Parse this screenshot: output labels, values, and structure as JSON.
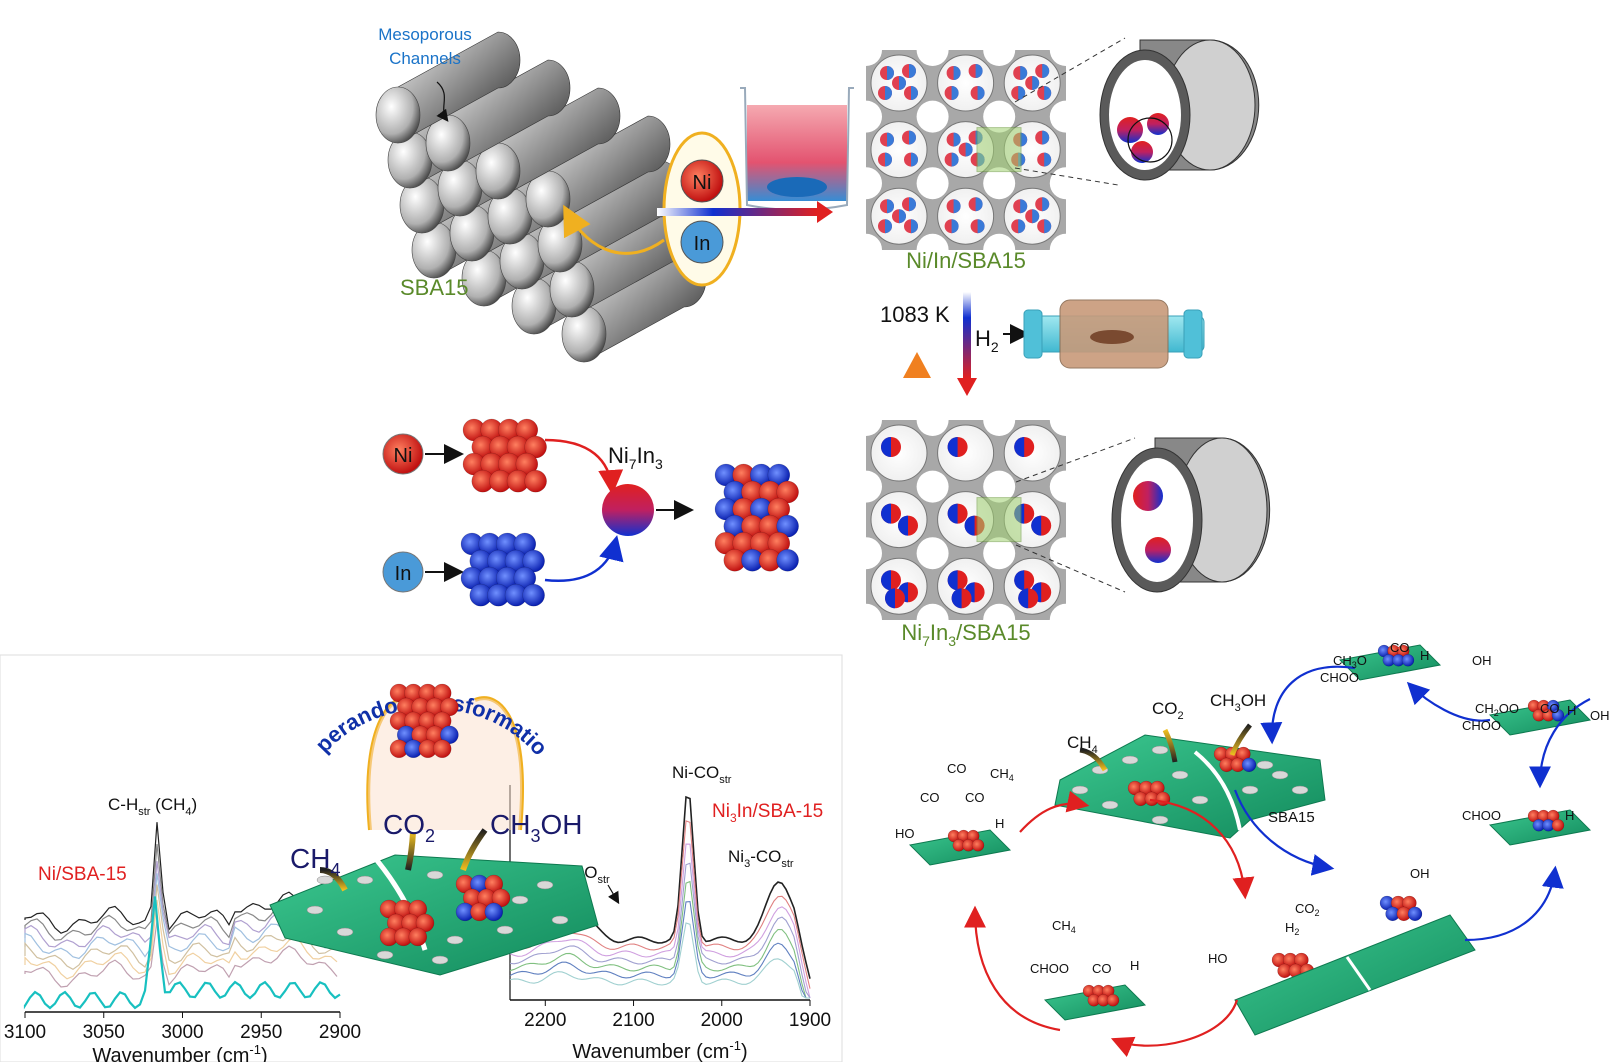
{
  "top": {
    "mesoporous_label_line1": "Mesoporous",
    "mesoporous_label_line2": "Channels",
    "sba15_label": "SBA15",
    "ni_symbol": "Ni",
    "in_symbol": "In",
    "impregnated_label": "Ni/In/SBA15",
    "temperature": "1083 K",
    "gas": "H",
    "gas_sub": "2",
    "alloy_label": "Ni",
    "alloy_label_sub1": "7",
    "alloy_label_mid": "In",
    "alloy_label_sub2": "3",
    "alloy_label_tail": "/SBA15",
    "ni7in3": "Ni",
    "ni7in3_sub1": "7",
    "ni7in3_mid": "In",
    "ni7in3_sub2": "3"
  },
  "bottom_left": {
    "operando_title": "Operando Transformation",
    "ch4": "CH",
    "ch4_sub": "4",
    "co2": "CO",
    "co2_sub": "2",
    "ch3oh": "CH",
    "ch3oh_sub": "3",
    "ch3oh_tail": "OH",
    "spectrum_left": {
      "peak_label": "C-H",
      "peak_label_sub": "str",
      "peak_label_tail": " (CH",
      "peak_label_sub2": "4",
      "peak_label_end": ")",
      "sample_label": "Ni/SBA-15",
      "ticks": [
        "3100",
        "3050",
        "3000",
        "2950",
        "2900"
      ],
      "xlabel": "Wavenumber (cm",
      "xlabel_sup": "-1",
      "xlabel_end": ")"
    },
    "spectrum_right": {
      "peak_label1": "Ni-CO",
      "peak_label1_sub": "str",
      "sample_label": "Ni",
      "sample_sub": "3",
      "sample_tail": "In/SBA-15",
      "peak_label2": "Ni",
      "peak_label2_sub": "3",
      "peak_label2_tail": "-CO",
      "peak_label2_sub2": "str",
      "peak_label3": "CO",
      "peak_label3_sub": "str",
      "ticks": [
        "2200",
        "2100",
        "2000",
        "1900"
      ],
      "xlabel": "Wavenumber (cm",
      "xlabel_sup": "-1",
      "xlabel_end": ")"
    }
  },
  "bottom_right": {
    "sba15": "SBA15",
    "co2": "CO",
    "co2_sub": "2",
    "ch4": "CH",
    "ch4_sub": "4",
    "ch3oh": "CH",
    "ch3oh_sub": "3",
    "ch3oh_tail": "OH",
    "h2": "H",
    "h2_sub": "2",
    "oh": "OH",
    "ho": "HO",
    "h": "H",
    "co": "CO",
    "choo": "CHOO",
    "ch3o": "CH",
    "ch3o_sub": "3",
    "ch3o_tail": "O",
    "ch2oo": "CH",
    "ch2oo_sub": "2",
    "ch2oo_tail": "OO",
    "ch4s": "CH",
    "ch4s_sub": "4"
  },
  "colors": {
    "red": "#e02020",
    "blue": "#1030d0",
    "green_text": "#5a8a2a",
    "accent_blue_text": "#1a73c8",
    "teal_plate": "#20b27a",
    "orange": "#f08020",
    "darkblue_title": "#1030a8"
  }
}
